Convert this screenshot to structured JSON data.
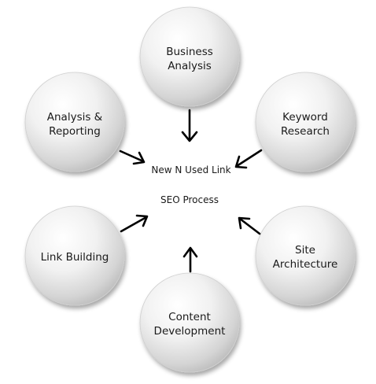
{
  "center": {
    "line1": "New N Used Link",
    "line2": "SEO Process"
  },
  "nodes": [
    {
      "id": "business-analysis",
      "lines": [
        "Business",
        "Analysis"
      ]
    },
    {
      "id": "keyword-research",
      "lines": [
        "Keyword",
        "Research"
      ]
    },
    {
      "id": "site-architecture",
      "lines": [
        "Site",
        "Architecture"
      ]
    },
    {
      "id": "content-development",
      "lines": [
        "Content",
        "Development"
      ]
    },
    {
      "id": "link-building",
      "lines": [
        "Link Building"
      ]
    },
    {
      "id": "analysis-reporting",
      "lines": [
        "Analysis &",
        "Reporting"
      ]
    }
  ]
}
